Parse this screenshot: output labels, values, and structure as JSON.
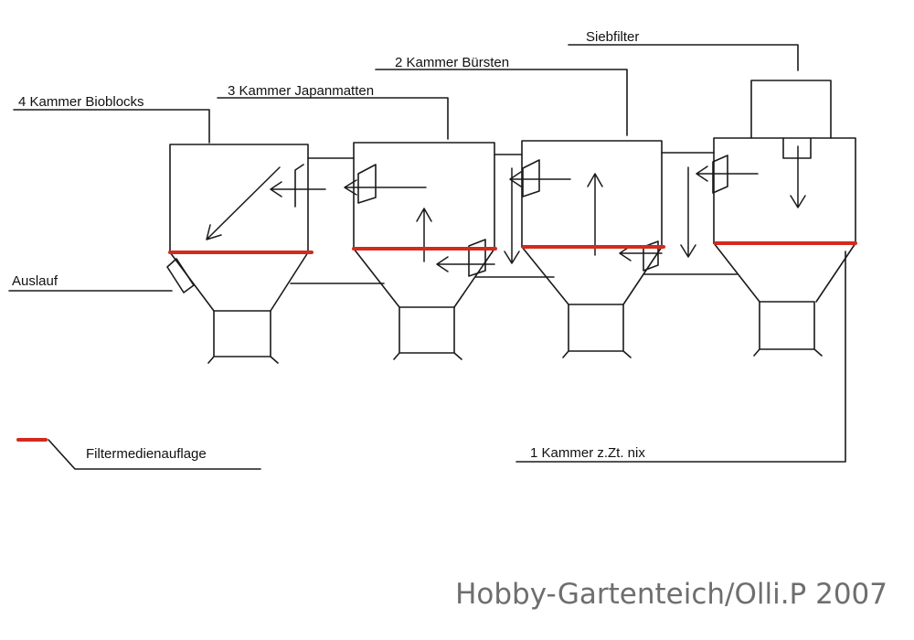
{
  "labels": {
    "chamber4": "4 Kammer Bioblocks",
    "chamber3": "3 Kammer Japanmatten",
    "chamber2": "2 Kammer Bürsten",
    "sieve": "Siebfilter",
    "outlet": "Auslauf",
    "chamber1": "1 Kammer z.Zt. nix",
    "legend_media": "Filtermedienauflage"
  },
  "watermark": "Hobby-Gartenteich/Olli.P 2007",
  "colors": {
    "media_line": "#d42a1e",
    "line": "#1a1a1a",
    "watermark": "#6e6e6e"
  }
}
